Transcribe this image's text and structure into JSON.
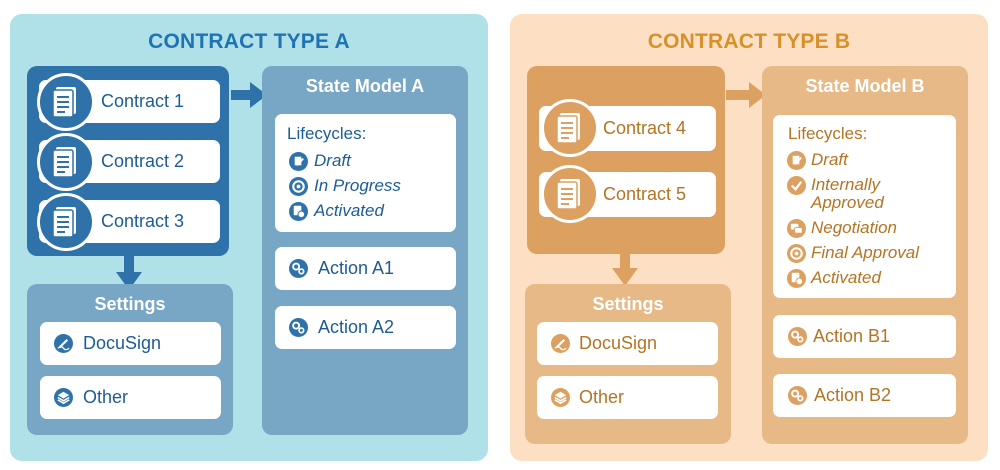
{
  "type_a": {
    "title": "CONTRACT TYPE A",
    "contracts": [
      "Contract 1",
      "Contract 2",
      "Contract 3"
    ],
    "state_model": {
      "title": "State Model A",
      "lifecycles_label": "Lifecycles:",
      "lifecycles": [
        "Draft",
        "In Progress",
        "Activated"
      ],
      "actions": [
        "Action A1",
        "Action A2"
      ]
    },
    "settings": {
      "title": "Settings",
      "items": [
        "DocuSign",
        "Other"
      ]
    }
  },
  "type_b": {
    "title": "CONTRACT TYPE B",
    "contracts": [
      "Contract 4",
      "Contract 5"
    ],
    "state_model": {
      "title": "State Model B",
      "lifecycles_label": "Lifecycles:",
      "lifecycles": [
        "Draft",
        "Internally Approved",
        "Negotiation",
        "Final Approval",
        "Activated"
      ],
      "actions": [
        "Action B1",
        "Action B2"
      ]
    },
    "settings": {
      "title": "Settings",
      "items": [
        "DocuSign",
        "Other"
      ]
    }
  },
  "colors": {
    "a_panel": "#b1e1e8",
    "a_dark": "#2f72a9",
    "a_mid": "#78a6c5",
    "a_text": "#1d5c94",
    "a_title": "#1f73b5",
    "b_panel": "#fde0c4",
    "b_dark": "#dca061",
    "b_mid": "#e7b987",
    "b_text": "#b47424",
    "b_title": "#d8912a"
  }
}
